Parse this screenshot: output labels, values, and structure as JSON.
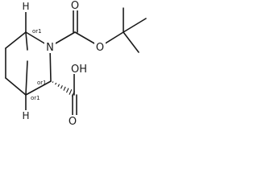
{
  "atoms": {
    "nitrogen": "N",
    "boc_carbonyl_oxygen": "O",
    "boc_ester_oxygen": "O",
    "acid_carbonyl_oxygen": "O",
    "acid_hydroxyl": "OH",
    "bridgehead_top_hydrogen": "H",
    "bridgehead_bottom_hydrogen": "H"
  },
  "stereo_labels": {
    "top_bridgehead": "or1",
    "alpha_carbon": "or1",
    "bottom_bridgehead": "or1"
  }
}
